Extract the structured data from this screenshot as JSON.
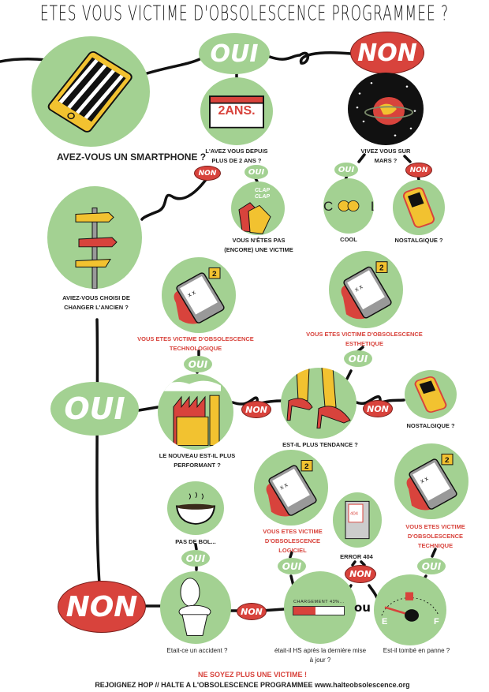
{
  "title": "ETES VOUS VICTIME D'OBSOLESCENCE PROGRAMMEE ?",
  "badges": {
    "oui": "OUI",
    "non": "NON"
  },
  "nodes": {
    "smartphone": "AVEZ-VOUS UN SMARTPHONE ?",
    "two_years": "L'AVEZ VOUS DEPUIS PLUS DE 2 ANS ?",
    "two_years_icon_text": "2ANS.",
    "mars": "VIVEZ VOUS SUR MARS ?",
    "not_victim": "VOUS N'ÊTES PAS (ENCORE) UNE VICTIME",
    "clap_text": "CLAP CLAP",
    "cool": "COOL",
    "nostalgic_1": "NOSTALGIQUE ?",
    "chose_change": "AVIEZ-VOUS CHOISI DE CHANGER L'ANCIEN ?",
    "victim_tech": "VOUS ETES VICTIME D'OBSOLESCENCE TECHNOLOGIQUE",
    "victim_aesthetic": "VOUS ETES VICTIME D'OBSOLESCENCE ESTHETIQUE",
    "more_performant": "LE NOUVEAU EST-IL PLUS PERFORMANT ?",
    "trendier": "EST-IL PLUS TENDANCE ?",
    "nostalgic_2": "NOSTALGIQUE ?",
    "bad_luck": "PAS DE BOL...",
    "victim_software": "VOUS ETES VICTIME D'OBSOLESCENCE LOGICIEL",
    "error": "ERROR 404",
    "victim_technical": "VOUS ETES VICTIME D'OBSOLESCENCE TECHNIQUE",
    "accident": "Etait-ce un accident ?",
    "update": "était-il HS après la dernière mise à jour ?",
    "loading": "CHARGEMENT 43%...",
    "or": "ou",
    "breakdown": "Est-il tombé en panne ?",
    "gauge_e": "E",
    "gauge_f": "F",
    "evidence_number": "2"
  },
  "loading_progress": 0.43,
  "footer": {
    "slogan": "NE SOYEZ PLUS UNE VICTIME !",
    "join": "REJOIGNEZ HOP // HALTE A L'OBSOLESCENCE PROGRAMMEE www.halteobsolescence.org"
  },
  "colors": {
    "green": "#a3d192",
    "red": "#d8433c",
    "yellow": "#f2c230",
    "black": "#111111"
  }
}
